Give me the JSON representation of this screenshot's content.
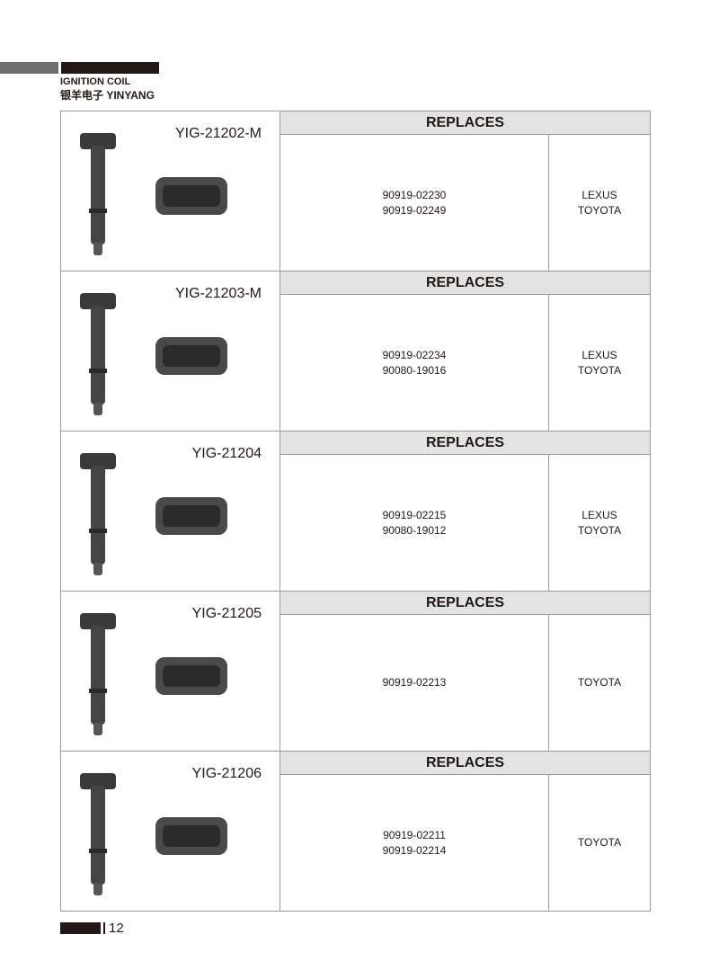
{
  "header": {
    "section": "IGNITION COIL",
    "brand": "银羊电子 YINYANG"
  },
  "replaces_label": "REPLACES",
  "products": [
    {
      "model": "YIG-21202-M",
      "parts": [
        "90919-02230",
        "90919-02249"
      ],
      "brands": [
        "LEXUS",
        "TOYOTA"
      ]
    },
    {
      "model": "YIG-21203-M",
      "parts": [
        "90919-02234",
        "90080-19016"
      ],
      "brands": [
        "LEXUS",
        "TOYOTA"
      ]
    },
    {
      "model": "YIG-21204",
      "parts": [
        "90919-02215",
        "90080-19012"
      ],
      "brands": [
        "LEXUS",
        "TOYOTA"
      ]
    },
    {
      "model": "YIG-21205",
      "parts": [
        "90919-02213"
      ],
      "brands": [
        "TOYOTA"
      ]
    },
    {
      "model": "YIG-21206",
      "parts": [
        "90919-02211",
        "90919-02214"
      ],
      "brands": [
        "TOYOTA"
      ]
    }
  ],
  "footer": {
    "page_number": "12"
  }
}
